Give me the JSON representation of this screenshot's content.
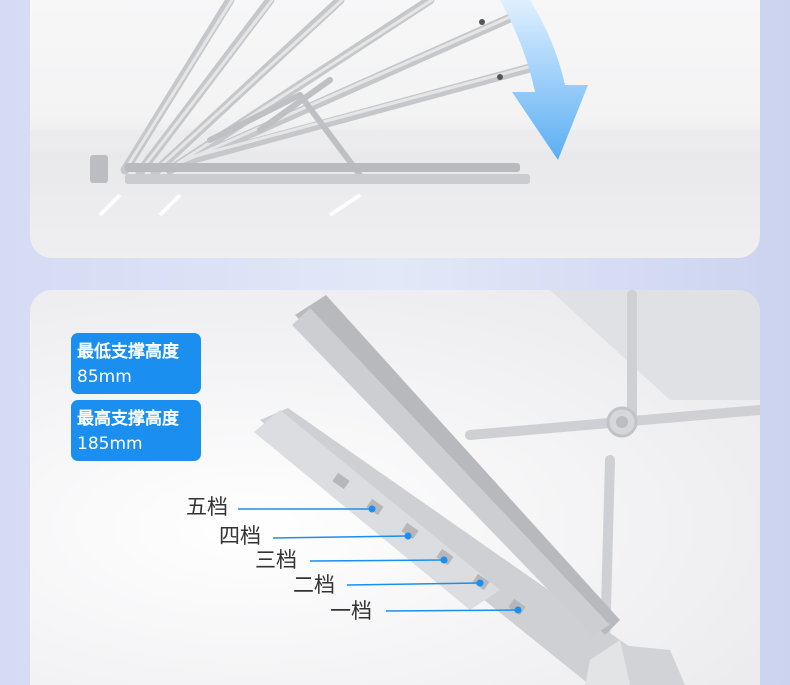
{
  "badges": [
    {
      "title": "最低支撑高度",
      "value": "85mm"
    },
    {
      "title": "最高支撑高度",
      "value": "185mm"
    }
  ],
  "gears": [
    {
      "label": "五档"
    },
    {
      "label": "四档"
    },
    {
      "label": "三档"
    },
    {
      "label": "二档"
    },
    {
      "label": "一档"
    }
  ],
  "colors": {
    "accent": "#1a8ff0",
    "arrow": "#5fb0f2",
    "leader": "#1a8ff0",
    "panel": "#f4f4f5",
    "metal": "#c8c9cc"
  }
}
